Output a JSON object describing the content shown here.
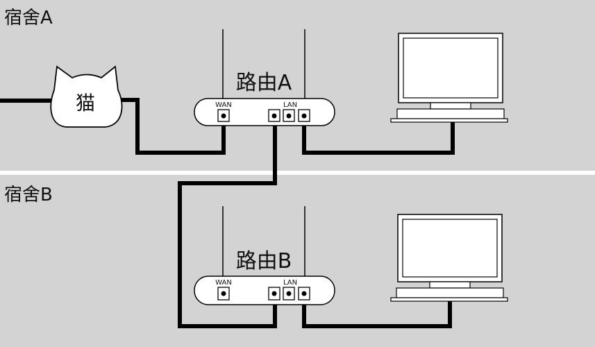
{
  "rooms": {
    "a": {
      "label": "宿舍A"
    },
    "b": {
      "label": "宿舍B"
    }
  },
  "modem": {
    "label": "猫"
  },
  "router_a": {
    "label": "路由A",
    "wan_label": "WAN",
    "lan_label": "LAN"
  },
  "router_b": {
    "label": "路由B",
    "wan_label": "WAN",
    "lan_label": "LAN"
  },
  "colors": {
    "room_bg": "#d3d3d3",
    "divider": "#ffffff",
    "line": "#000000",
    "device_fill": "#ffffff"
  }
}
